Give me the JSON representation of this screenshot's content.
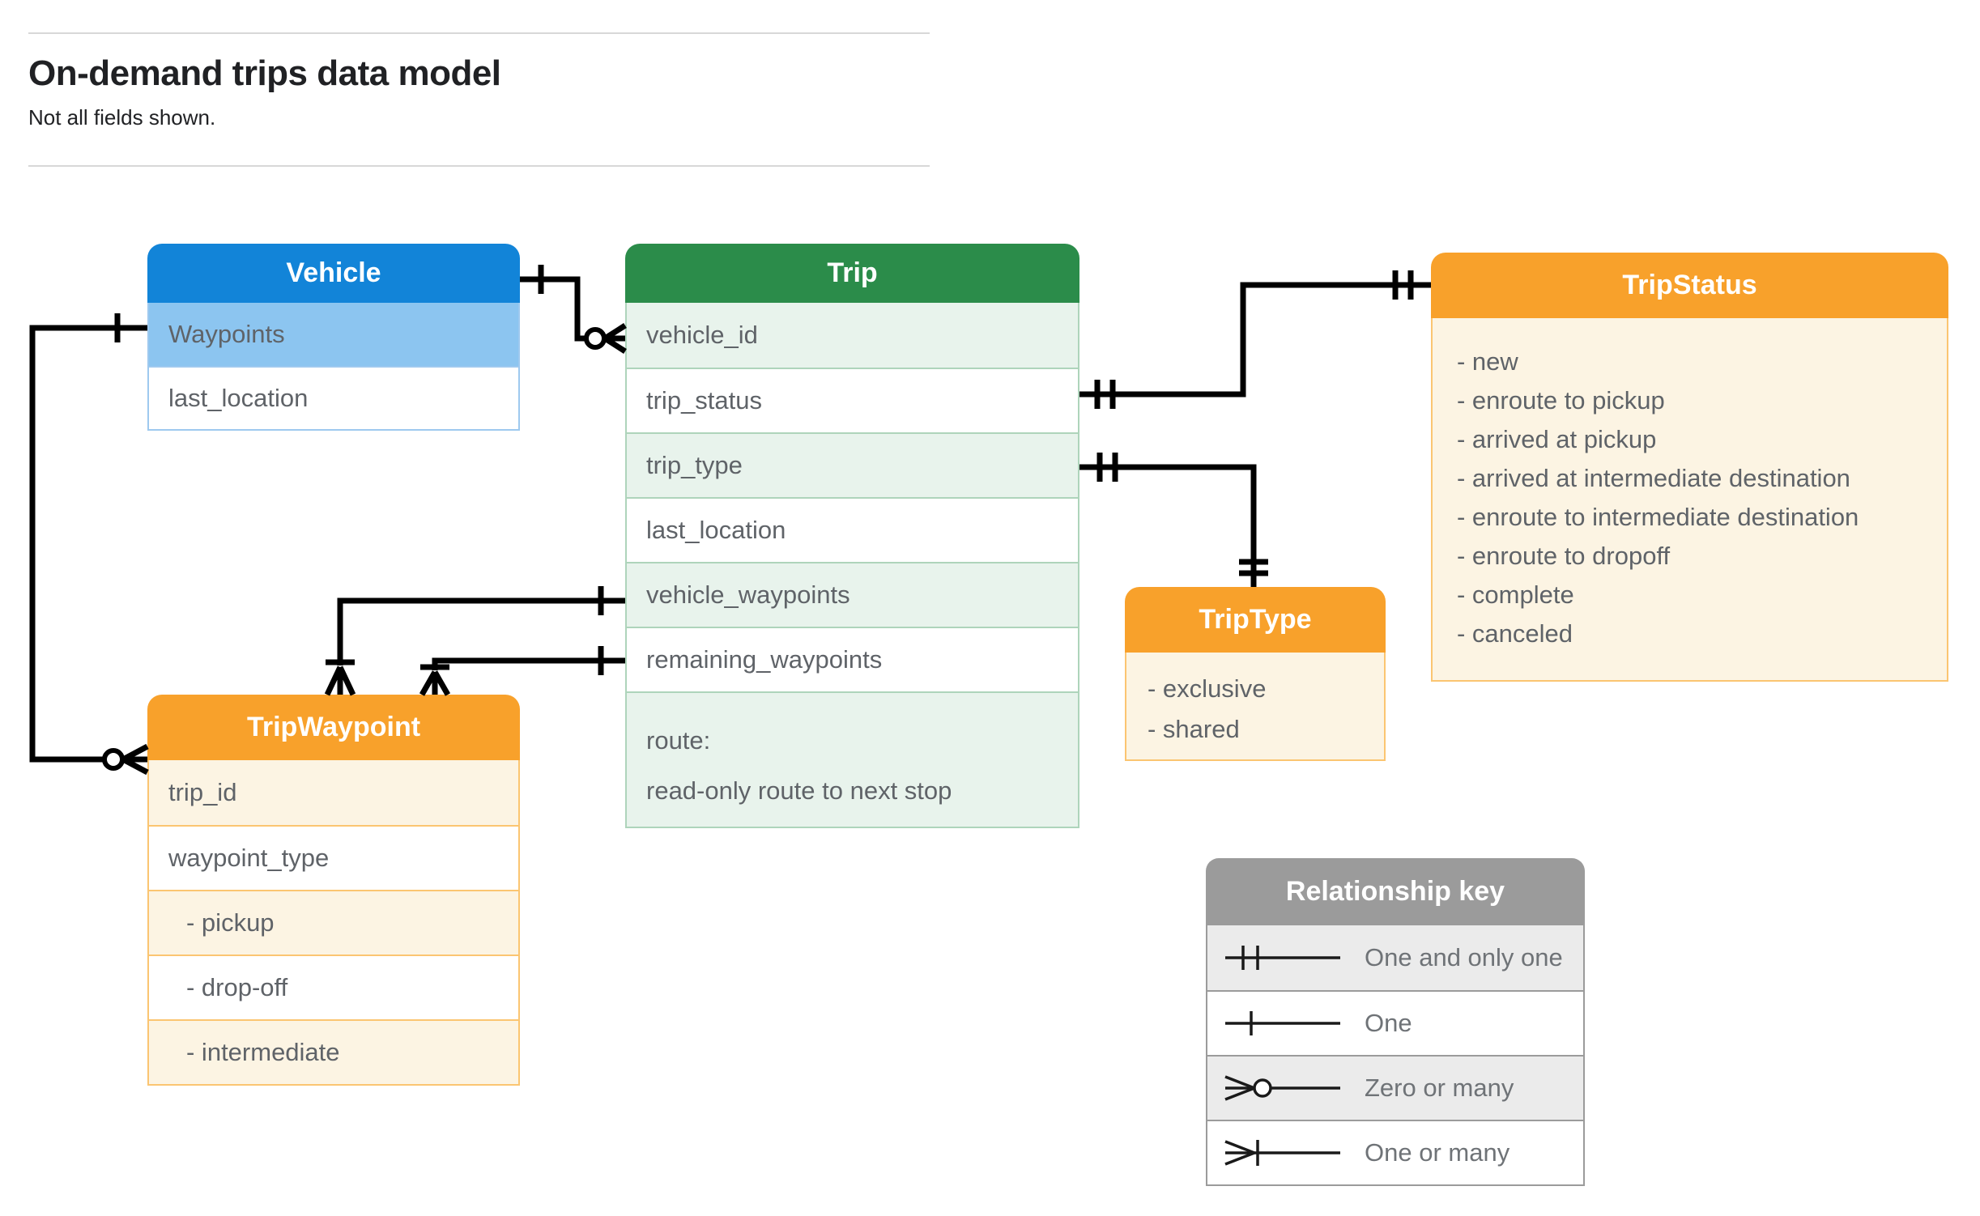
{
  "header": {
    "title": "On-demand trips data model",
    "subtitle": "Not all fields shown."
  },
  "entities": {
    "vehicle": {
      "title": "Vehicle",
      "fields": [
        "Waypoints",
        "last_location"
      ]
    },
    "trip": {
      "title": "Trip",
      "fields": [
        "vehicle_id",
        "trip_status",
        "trip_type",
        "last_location",
        "vehicle_waypoints",
        "remaining_waypoints"
      ],
      "route_field": {
        "name": "route:",
        "description": "read-only route to next stop"
      }
    },
    "trip_status": {
      "title": "TripStatus",
      "values": [
        "- new",
        "- enroute to pickup",
        "- arrived at pickup",
        "- arrived at intermediate destination",
        "- enroute to intermediate destination",
        "- enroute to dropoff",
        "- complete",
        "- canceled"
      ]
    },
    "trip_type": {
      "title": "TripType",
      "values": [
        "- exclusive",
        "- shared"
      ]
    },
    "trip_waypoint": {
      "title": "TripWaypoint",
      "fields": [
        "trip_id",
        "waypoint_type"
      ],
      "values": [
        "- pickup",
        "- drop-off",
        "- intermediate"
      ]
    }
  },
  "legend": {
    "title": "Relationship key",
    "items": [
      {
        "symbol": "one-and-only-one",
        "label": "One and only one"
      },
      {
        "symbol": "one",
        "label": "One"
      },
      {
        "symbol": "zero-or-many",
        "label": "Zero or many"
      },
      {
        "symbol": "one-or-many",
        "label": "One or many"
      }
    ]
  },
  "relationships": [
    {
      "from": "Vehicle",
      "to": "Trip.vehicle_id",
      "from_cardinality": "one",
      "to_cardinality": "zero-or-many"
    },
    {
      "from": "Trip.trip_status",
      "to": "TripStatus",
      "from_cardinality": "one-and-only-one",
      "to_cardinality": "one-and-only-one"
    },
    {
      "from": "Trip.trip_type",
      "to": "TripType",
      "from_cardinality": "one-and-only-one",
      "to_cardinality": "one-and-only-one"
    },
    {
      "from": "Trip.vehicle_waypoints",
      "to": "TripWaypoint",
      "from_cardinality": "one",
      "to_cardinality": "one-or-many"
    },
    {
      "from": "Trip.remaining_waypoints",
      "to": "TripWaypoint",
      "from_cardinality": "one",
      "to_cardinality": "one-or-many"
    },
    {
      "from": "Vehicle.Waypoints",
      "to": "TripWaypoint",
      "from_cardinality": "one",
      "to_cardinality": "zero-or-many"
    }
  ],
  "colors": {
    "vehicle_header": "#1284d8",
    "vehicle_row": "#8cc5f0",
    "vehicle_border": "#9ec9ef",
    "trip_header": "#2b8c4a",
    "trip_row": "#e8f3ec",
    "trip_border": "#aed4bb",
    "enum_header": "#f8a12b",
    "enum_row": "#fcf4e3",
    "enum_border": "#fbc571",
    "legend_header": "#9b9b9b",
    "legend_row": "#ebebeb",
    "legend_border": "#9b9b9b",
    "field_text": "#5f6368",
    "title_text": "#202124",
    "connector": "#000000"
  }
}
